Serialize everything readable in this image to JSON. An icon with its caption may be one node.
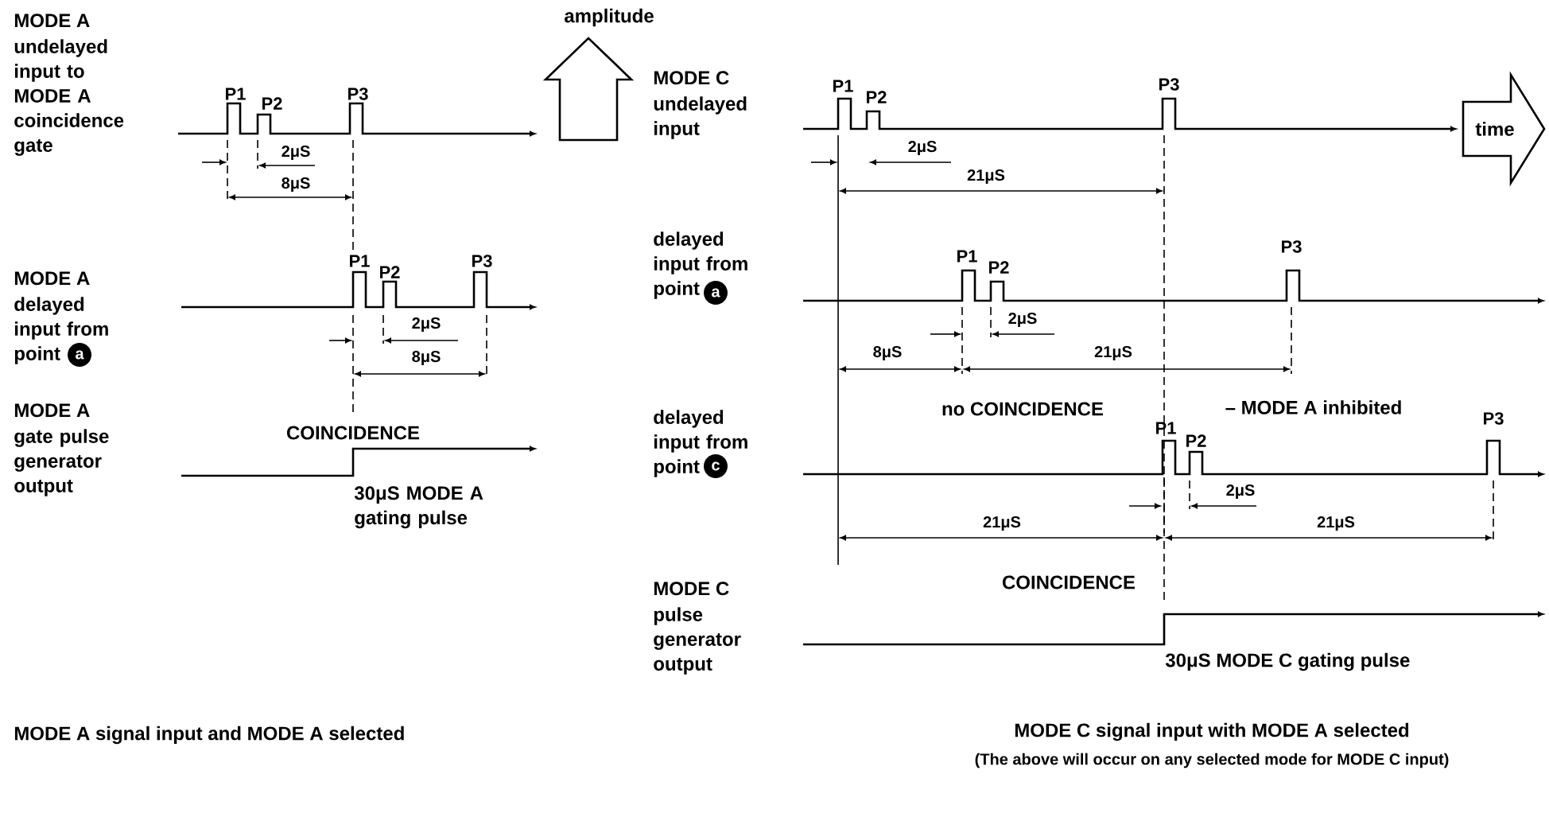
{
  "diagram": {
    "nodes": [
      {
        "text": [
          "amplitude"
        ]
      },
      {
        "text": [
          "time"
        ]
      },
      {
        "text": [
          "a"
        ]
      },
      {
        "text": [
          "a"
        ]
      },
      {
        "text": [
          "c"
        ]
      }
    ],
    "labels": [
      "MODE A",
      "undelayed input to MODE A coincidence gate",
      "P1",
      "P2",
      "P3",
      "2μS",
      "8μS",
      "MODE C",
      "undelayed input",
      "P1",
      "P2",
      "P3",
      "2μS",
      "21μS",
      "MODE A",
      "delayed input from point",
      "P1",
      "P2",
      "P3",
      "2μS",
      "8μS",
      "delayed input from point",
      "P1",
      "P2",
      "P3",
      "2μS",
      "8μS",
      "21μS",
      "MODE A",
      "no COINCIDENCE",
      "– MODE A inhibited",
      "gate pulse generator output",
      "delayed input from point",
      "P1",
      "P2",
      "P3",
      "COINCIDENCE",
      "30μS MODE A gating pulse",
      "2μS",
      "21μS",
      "21μS",
      "COINCIDENCE",
      "MODE C",
      "pulse generator output",
      "30μS MODE C gating pulse",
      "MODE A signal input and MODE A selected",
      "MODE C signal input with MODE A selected",
      "(The above will occur on any selected mode for MODE C input)"
    ]
  }
}
